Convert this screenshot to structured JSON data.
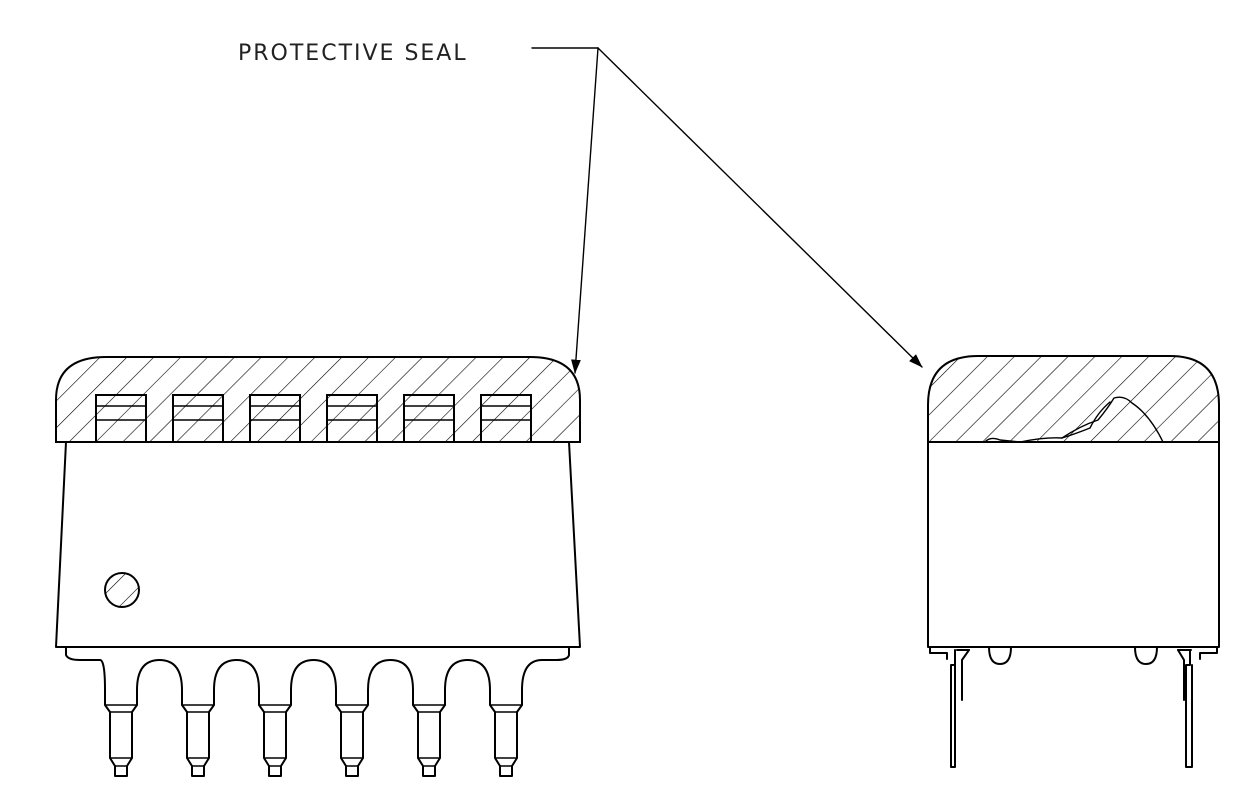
{
  "callout": {
    "label": "PROTECTIVE SEAL"
  },
  "colors": {
    "line": "#000000",
    "background": "#ffffff"
  },
  "views": [
    {
      "id": "front",
      "leads": 6,
      "pins": 6
    },
    {
      "id": "side",
      "leads": 2
    }
  ]
}
